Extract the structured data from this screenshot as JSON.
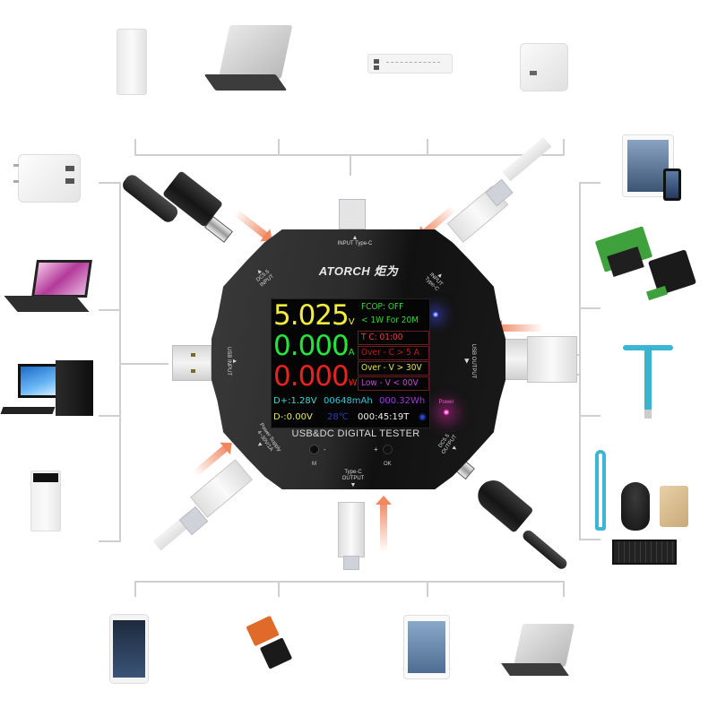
{
  "device": {
    "brand": "ATORCH 炬为",
    "model_label": "USB&DC DIGITAL TESTER",
    "ports": {
      "top": "INPUT Type-C",
      "top_left": "DC5.5 INPUT",
      "top_right": "INPUT Type-C",
      "left": "USB INPUT",
      "right": "USB OUTPUT",
      "bottom_left": "Power Supply 4~30V/1A",
      "bottom": "Type-C OUTPUT",
      "bottom_right": "DC5.5 OUTPUT"
    },
    "buttons": {
      "left_label": "M",
      "left_sign": "-",
      "right_label": "OK",
      "right_sign": "+"
    },
    "power_label": "Power"
  },
  "screen": {
    "voltage": {
      "value": "5.025",
      "unit": "V",
      "color": "#f2ec3c"
    },
    "current": {
      "value": "0.000",
      "unit": "A",
      "color": "#22e63a"
    },
    "power": {
      "value": "0.000",
      "unit": "W",
      "color": "#e8231f"
    },
    "info_rows": [
      {
        "text": "FCOP: OFF",
        "color": "#39d23f"
      },
      {
        "text": "< 1W For 20M",
        "color": "#39d23f"
      },
      {
        "text": "T C:      01:00",
        "color": "#e04444"
      },
      {
        "text": "Over - C > 5 A",
        "color": "#c21e1e"
      },
      {
        "text": "Over - V > 30V",
        "color": "#e6e64c"
      },
      {
        "text": "Low - V < 00V",
        "color": "#c04ad0"
      }
    ],
    "dplus": {
      "text": "D+:1.28V",
      "color": "#3fd8d0"
    },
    "dminus": {
      "text": "D-:0.00V",
      "color": "#e8e860"
    },
    "capacity_mah": {
      "text": "00648mAh",
      "color": "#30c8d8"
    },
    "energy_wh": {
      "text": "000.32Wh",
      "color": "#9a3ae0"
    },
    "temperature": {
      "text": "28℃",
      "color": "#2f3ab8"
    },
    "timer": {
      "text": "000:45:19T",
      "color": "#f0f0f0"
    },
    "status_icon": {
      "text": "◉",
      "color": "#2b45d8"
    }
  },
  "devices": {
    "top": [
      "power-bank",
      "laptop",
      "power-strip",
      "usb-wall-charger"
    ],
    "left": [
      "dual-usb-charger",
      "laptop",
      "desktop-computer",
      "power-bank"
    ],
    "right": [
      "tablet-and-phone",
      "usb-electronic-load",
      "usb-fan",
      "usb-led-light-mouse-drive-keyboard"
    ],
    "bottom": [
      "smartphone",
      "usb-electronic-load",
      "tablet",
      "laptop"
    ]
  },
  "colors": {
    "arrow": "#f08a5d",
    "bracket": "#cfcfcf",
    "device_body": "#2a2a2a"
  }
}
